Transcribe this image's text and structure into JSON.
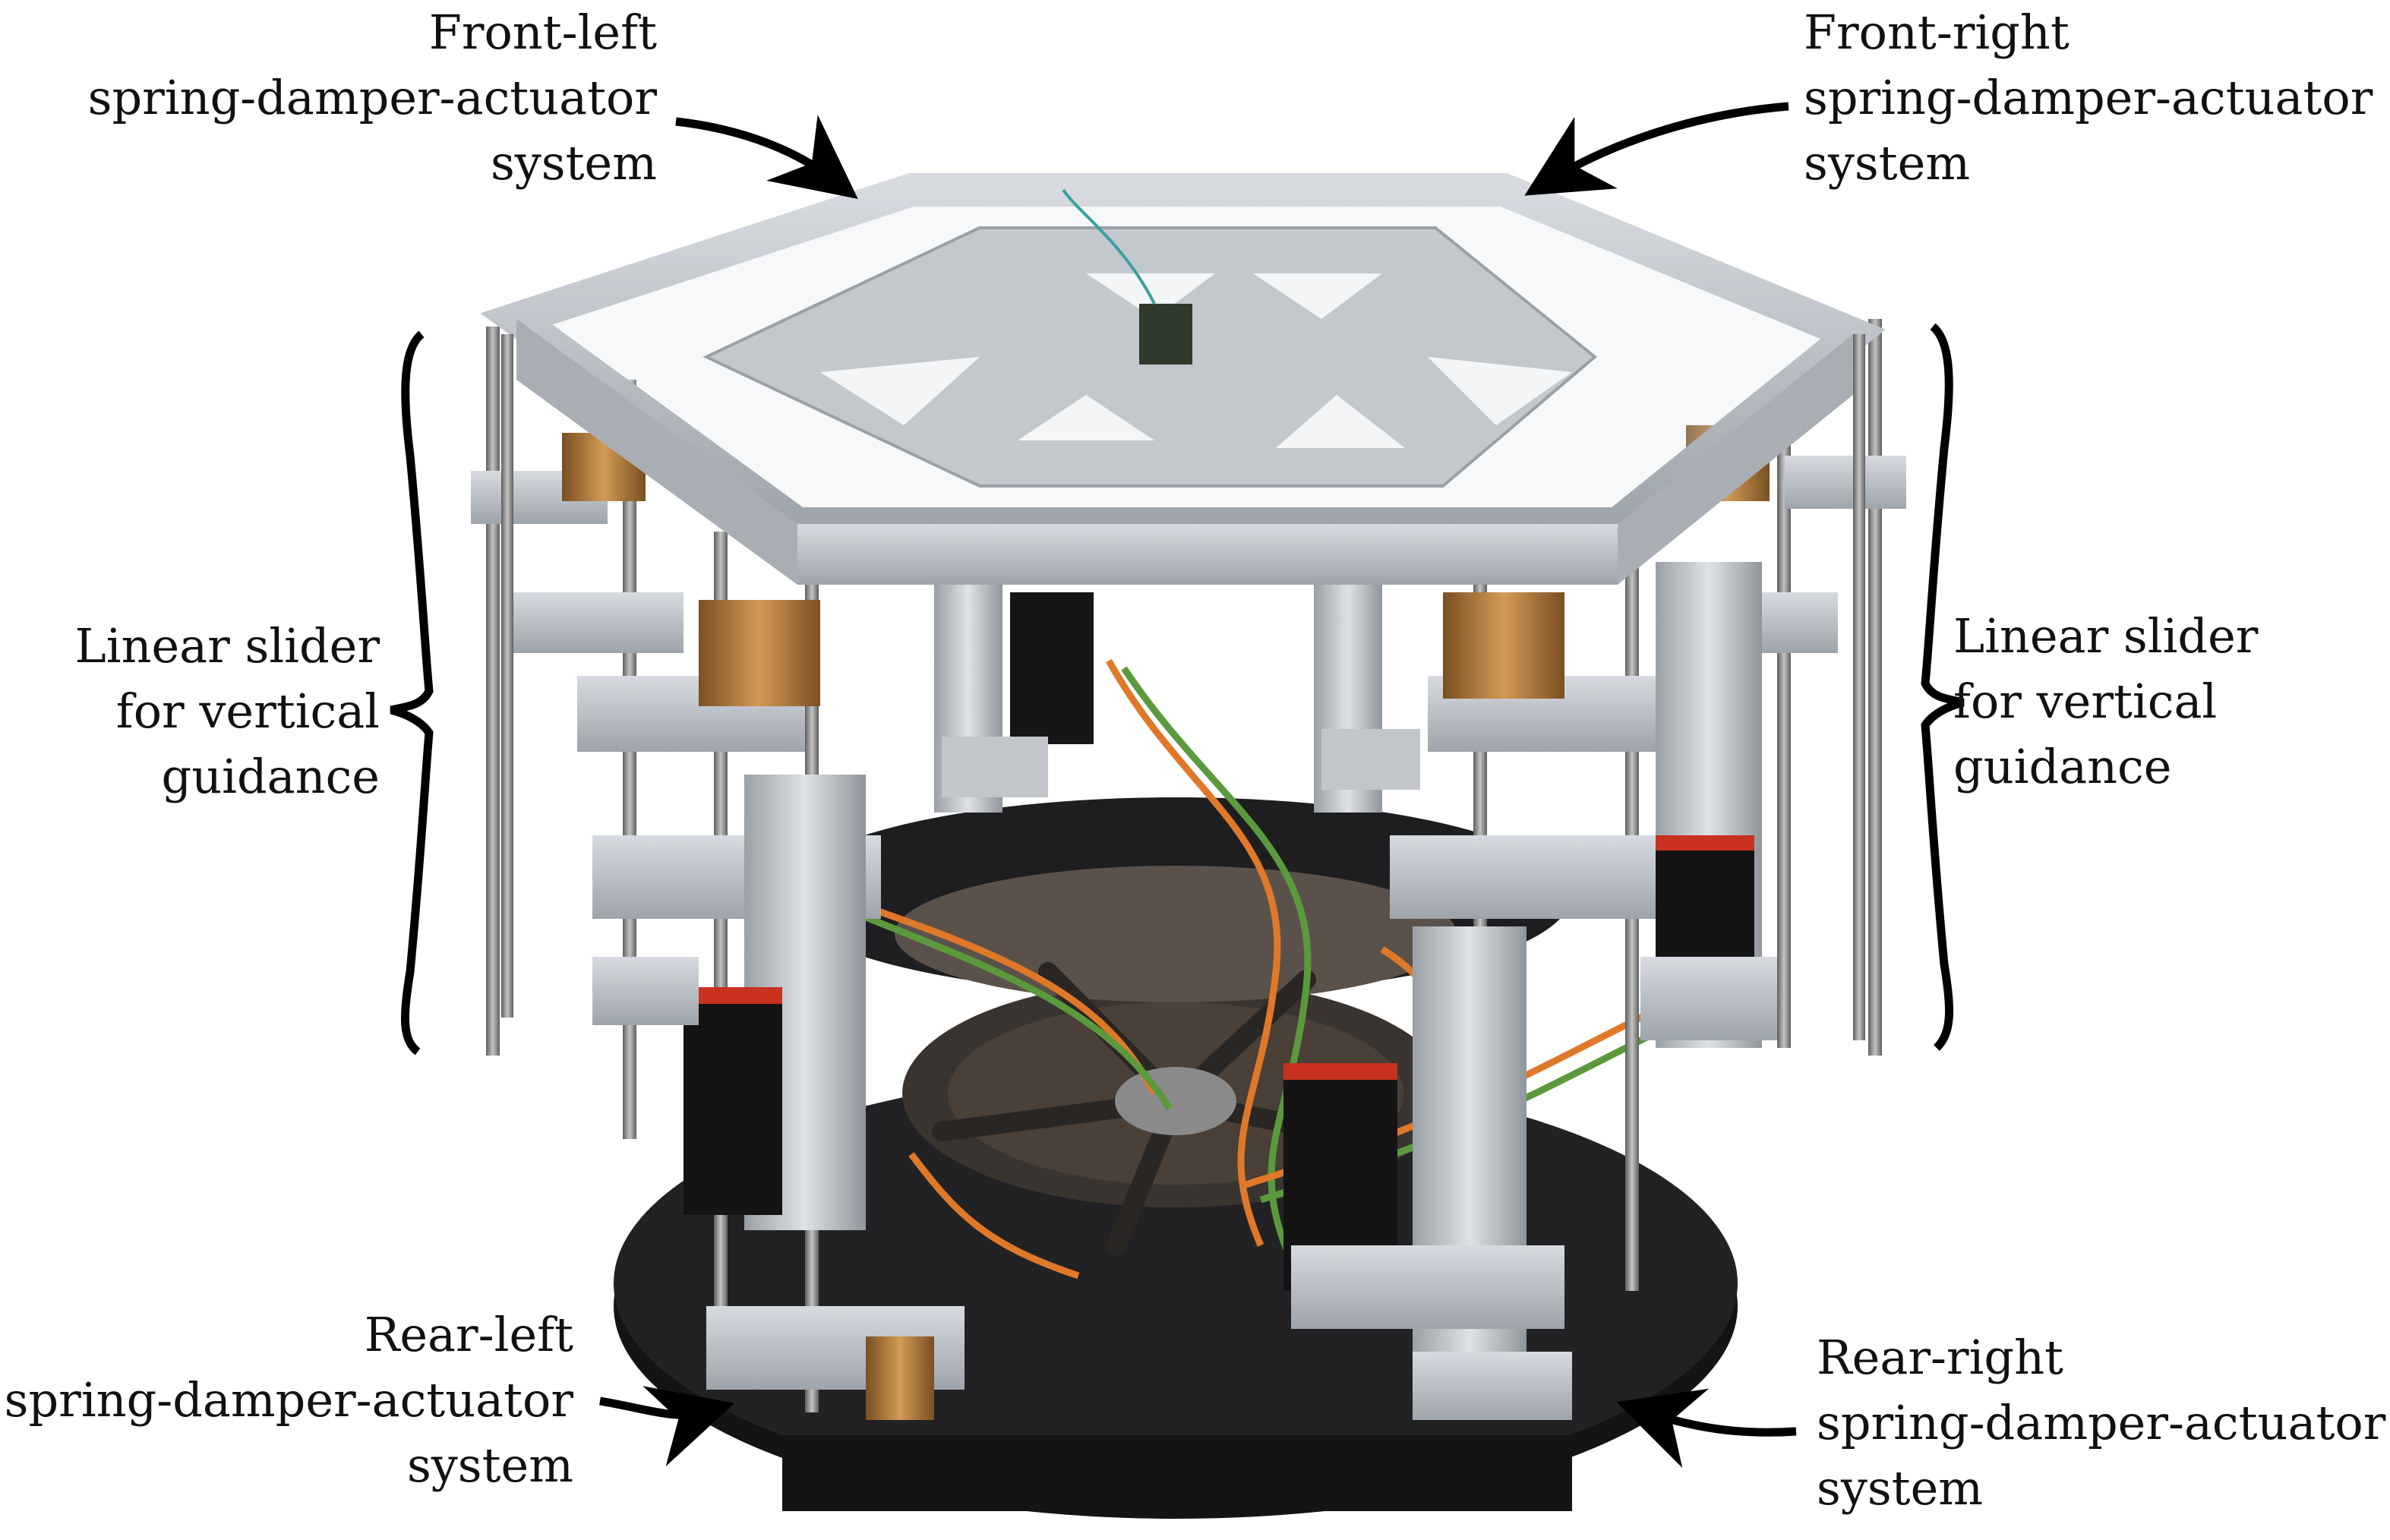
{
  "labels": {
    "front_left": [
      "Front-left",
      "spring-damper-actuator",
      "system"
    ],
    "front_right": [
      "Front-right",
      "spring-damper-actuator",
      "system"
    ],
    "linear_slider_left": [
      "Linear slider",
      "for vertical",
      "guidance"
    ],
    "linear_slider_right": [
      "Linear slider",
      "for vertical",
      "guidance"
    ],
    "rear_left": [
      "Rear-left",
      "spring-damper-actuator",
      "system"
    ],
    "rear_right": [
      "Rear-right",
      "spring-damper-actuator",
      "system"
    ]
  },
  "colors": {
    "frame_metal": "#b9bec4",
    "base_plate": "#1c1c1e",
    "bronze": "#b07a3c",
    "motor": "#1a1a1a",
    "motor_accent": "#c8321e",
    "cable_orange": "#e0782a",
    "cable_green": "#5a9a3c",
    "rod": "#8d8d8d",
    "annotation": "#000000"
  }
}
